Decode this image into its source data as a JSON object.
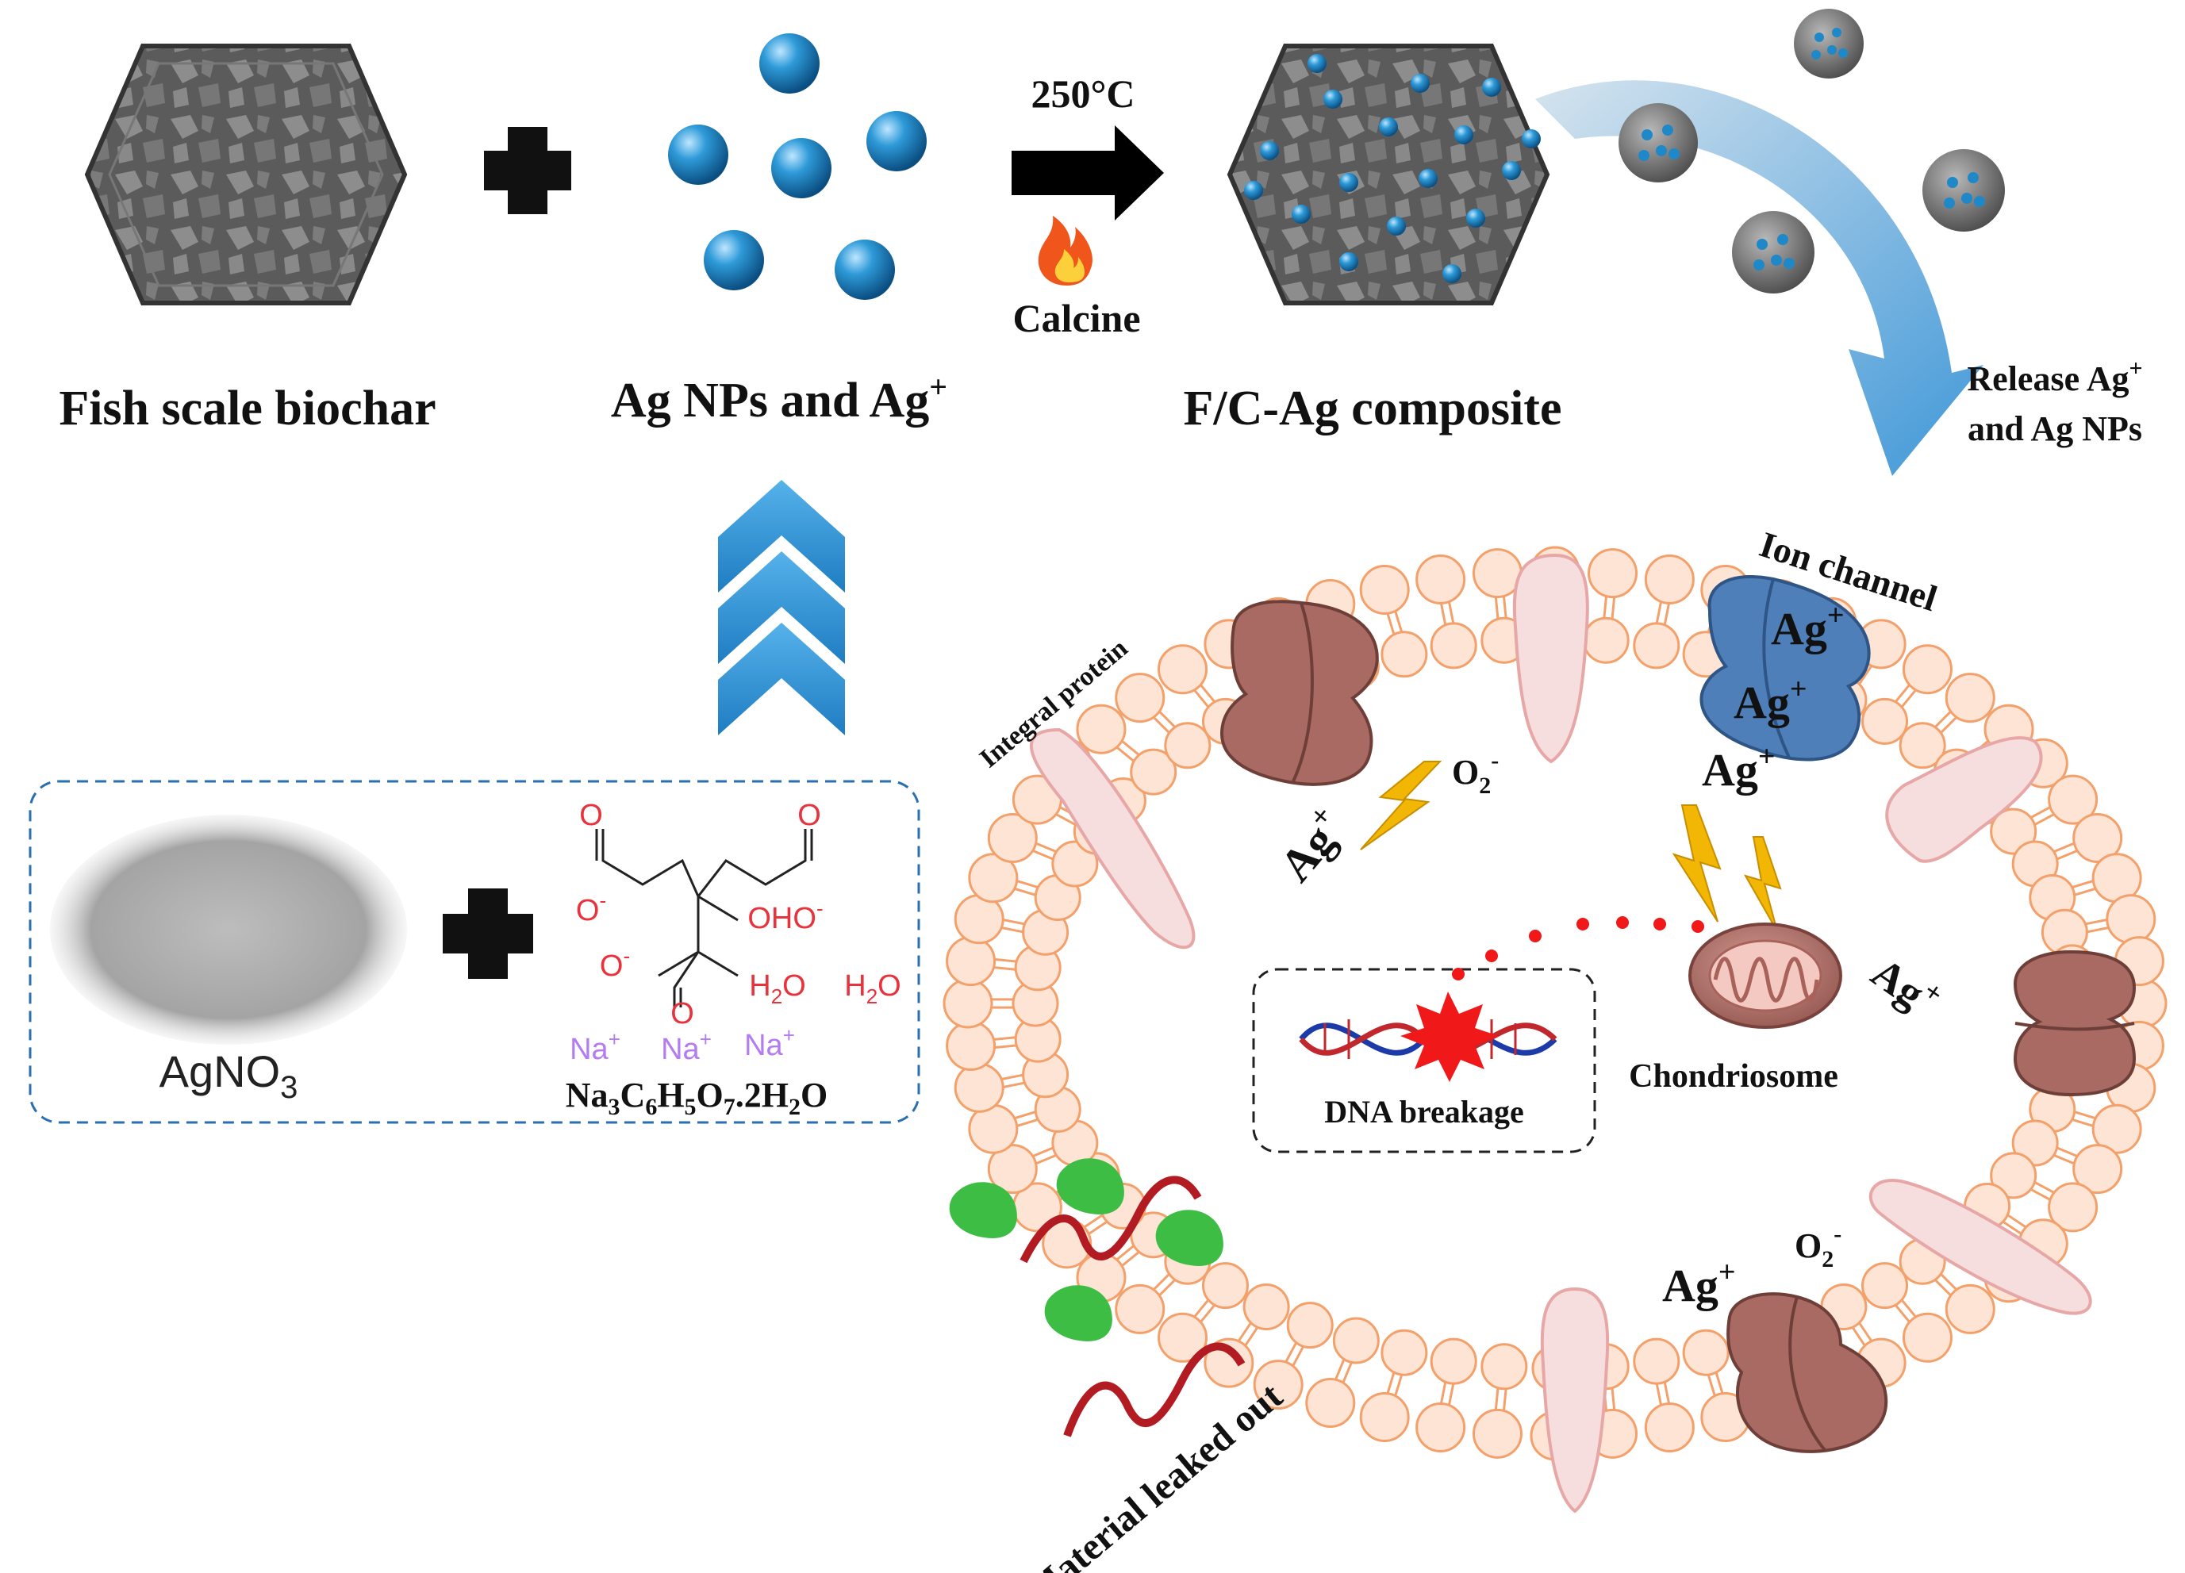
{
  "top_row": {
    "biochar_label": "Fish scale biochar",
    "agnps_label": "Ag NPs and Ag",
    "agnps_sup": "+",
    "temperature": "250°C",
    "calcine_label": "Calcine",
    "composite_label": "F/C-Ag composite",
    "release_line1": "Release Ag",
    "release_sup": "+",
    "release_line2": "and Ag NPs"
  },
  "precursors": {
    "agno3_main": "AgNO",
    "agno3_sub": "3",
    "citrate_formula": {
      "p1": "Na",
      "s1": "3",
      "p2": "C",
      "s2": "6",
      "p3": "H",
      "s3": "5",
      "p4": "O",
      "s4": "7",
      "p5": ".2H",
      "s5": "2",
      "p6": "O"
    },
    "structure_labels": {
      "o_minus": "O",
      "minus": "-",
      "o": "O",
      "oh_o_minus": "OHO",
      "h2o": "H",
      "h2o_sub": "2",
      "h2o_o": "O",
      "na": "Na",
      "plus": "+"
    }
  },
  "cell": {
    "integral_protein": "Integral protein",
    "ion_channel": "Ion channel",
    "ag_ion": "Ag",
    "ag_plus": "+",
    "o2_main": "O",
    "o2_sub": "2",
    "o2_minus": "-",
    "dna_label": "DNA breakage",
    "chondriosome_label": "Chondriosome",
    "leak_label": "Material leaked out"
  },
  "colors": {
    "membrane_head_fill": "#fde4d4",
    "membrane_head_stroke": "#f4a06a",
    "integral_protein": "#f7dede",
    "channel_brown": "#a86a62",
    "ion_channel_blue": "#4e7fb8",
    "arrow_blue": "#3f97d8",
    "ag_sphere": "#1f88c8",
    "citrate_red": "#e8323c",
    "sodium_purple": "#b37cf0",
    "leaked_green": "#3dbd44",
    "leaked_red": "#b31b23",
    "lightning": "#f2b705"
  },
  "icons": [
    "plus-icon",
    "flame-icon",
    "lightning-icon",
    "chevron-up-icon",
    "dna-icon",
    "mitochondrion-icon"
  ]
}
